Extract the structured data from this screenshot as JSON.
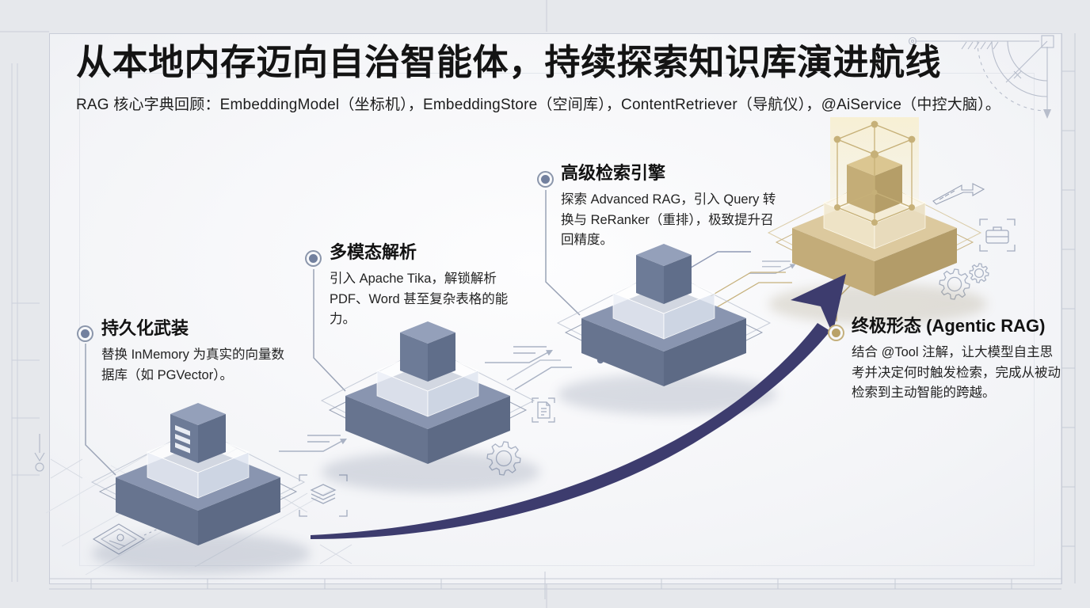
{
  "header": {
    "title": "从本地内存迈向自治智能体，持续探索知识库演进航线",
    "subtitle": "RAG 核心字典回顾：EmbeddingModel（坐标机），EmbeddingStore（空间库），ContentRetriever（导航仪），@AiService（中控大脑）。"
  },
  "stages": [
    {
      "title": "持久化武装",
      "desc": "替换 InMemory 为真实的向量数据库（如 PGVector）。",
      "accent": "slate"
    },
    {
      "title": "多模态解析",
      "desc": "引入 Apache Tika，解锁解析 PDF、Word 甚至复杂表格的能力。",
      "accent": "slate"
    },
    {
      "title": "高级检索引擎",
      "desc": "探索 Advanced RAG，引入 Query 转换与 ReRanker（重排），极致提升召回精度。",
      "accent": "slate"
    },
    {
      "title": "终极形态 (Agentic RAG)",
      "desc": "结合 @Tool 注解，让大模型自主思考并决定何时触发检索，完成从被动检索到主动智能的跨越。",
      "accent": "gold"
    }
  ],
  "icons": [
    "gear-icon",
    "layers-icon",
    "document-icon",
    "toolbox-icon",
    "compass-icon",
    "ruler-icon",
    "growth-arrow-icon",
    "blueprint-card-icon",
    "plumb-icon",
    "sketch-arrow-icon"
  ],
  "colors": {
    "background": "#e6e8ec",
    "panel": "#f6f7fa",
    "text": "#141414",
    "accent_navy": "#3d3c6e",
    "slate_top": "#8995b0",
    "slate_left": "#67748f",
    "slate_right": "#5d6a85",
    "glass": "#eef1f7",
    "gold_top": "#dcc99e",
    "gold_left": "#c3ac79",
    "gold_right": "#b39c69",
    "line": "#a9b2c4",
    "gold_line": "#c6b17c"
  }
}
